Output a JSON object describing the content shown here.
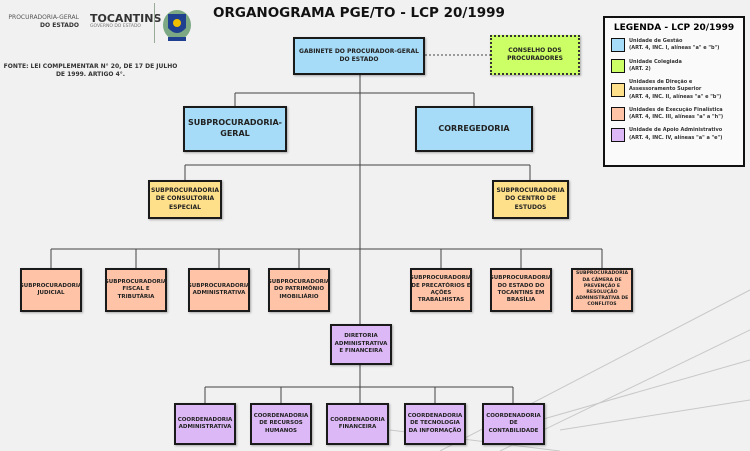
{
  "header": {
    "org_line1": "PROCURADORIA-GERAL",
    "org_line2": "DO ESTADO",
    "state": "TOCANTINS",
    "state_sub": "GOVERNO DO ESTADO",
    "title": "ORGANOGRAMA PGE/TO -  LCP 20/1999",
    "source": "FONTE: LEI COMPLEMENTAR N° 20, DE 17 DE JULHO DE 1999. ARTIGO 4°."
  },
  "legend": {
    "title": "LEGENDA - LCP 20/1999",
    "items": [
      {
        "label": "Unidade de Gestão",
        "sub": "(ART. 4, INC. I, alíneas \"a\" e \"b\")",
        "color": "#a6dcf8"
      },
      {
        "label": "Unidade Colegiada",
        "sub": "(ART. 2)",
        "color": "#ccff66"
      },
      {
        "label": "Unidades de Direção e Assessoramento Superior",
        "sub": "(ART. 4, INC. II, alíneas \"a\" e \"b\")",
        "color": "#ffe08a"
      },
      {
        "label": "Unidades de Execução Finalística",
        "sub": "(ART. 4, INC. III, alíneas \"a\" a \"h\")",
        "color": "#ffc4a8"
      },
      {
        "label": "Unidade de Apoio Administrativo",
        "sub": "(ART. 4, INC. IV, alíneas \"a\" a \"e\")",
        "color": "#dcb8f6"
      }
    ]
  },
  "nodes": {
    "gabinete": "GABINETE DO PROCURADOR-GERAL DO ESTADO",
    "conselho": "CONSELHO DOS PROCURADORES",
    "subgeral": "SUBPROCURADORIA-GERAL",
    "corregedoria": "CORREGEDORIA",
    "consultoria": "SUBPROCURADORIA DE CONSULTORIA ESPECIAL",
    "estudos": "SUBPROCURADORIA DO CENTRO DE ESTUDOS",
    "finalisticas": [
      "SUBPROCURADORIA JUDICIAL",
      "SUBPROCURADORIA FISCAL E TRIBUTÁRIA",
      "SUBPROCURADORIA ADMINISTRATIVA",
      "SUBPROCURADORIA DO PATRIMÔNIO IMOBILIÁRIO",
      "SUBPROCURADORIA DE PRECATÓRIOS E AÇÕES TRABALHISTAS",
      "SUBPROCURADORIA DO ESTADO DO TOCANTINS EM BRASÍLIA",
      "SUBPROCURADORIA DA CÂMERA DE PREVENÇÃO E RESOLUÇÃO ADMINISTRATIVA DE CONFLITOS"
    ],
    "diretoria": "DIRETORIA ADMINISTRATIVA E FINANCEIRA",
    "coordenadorias": [
      "COORDENADORIA ADMINISTRATIVA",
      "COORDENADORIA DE RECURSOS HUMANOS",
      "COORDENADORIA FINANCEIRA",
      "COORDENADORIA DE TECNOLOGIA DA INFORMAÇÃO",
      "COORDENADORIA DE CONTABILIDADE"
    ]
  }
}
